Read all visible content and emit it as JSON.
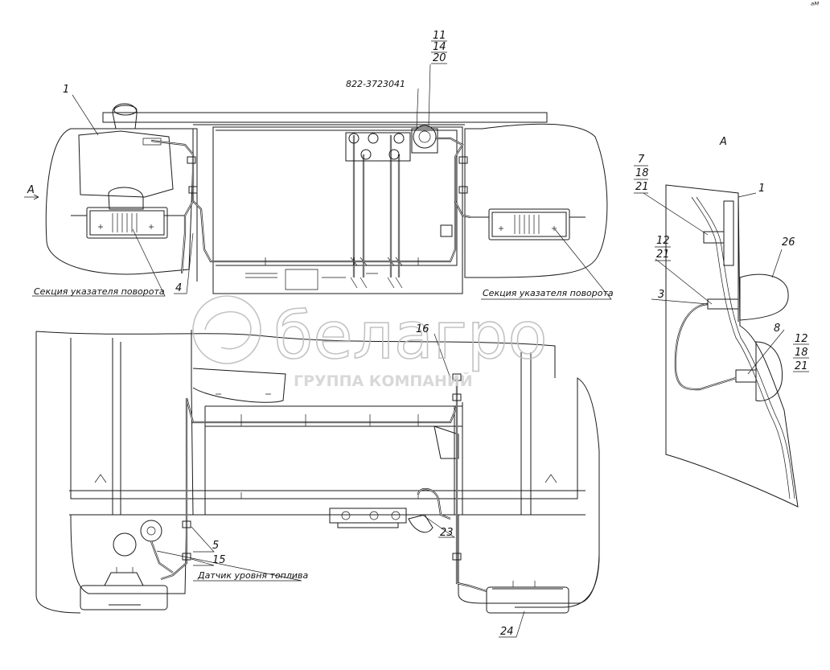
{
  "corner_mark": "ᵃᴹ",
  "view_label": "A",
  "arrow_label": "A",
  "part_code": "822-3723041",
  "labels": {
    "turn_left": "Секция указателя поворота",
    "turn_right": "Секция указателя поворота",
    "fuel_sensor": "Датчик уровня топлива"
  },
  "callouts": {
    "c1": "1",
    "c4": "4",
    "c11": "11",
    "c14": "14",
    "c20": "20",
    "c16": "16",
    "c5": "5",
    "c15": "15",
    "c23": "23",
    "c24": "24"
  },
  "detail_callouts": {
    "d1": "1",
    "d7": "7",
    "d18a": "18",
    "d21a": "21",
    "d12a": "12",
    "d21b": "21",
    "d26": "26",
    "d3": "3",
    "d8": "8",
    "d12b": "12",
    "d18b": "18",
    "d21c": "21"
  },
  "watermark": {
    "brand": "белагро",
    "subtitle": "ГРУППА КОМПАНИЙ"
  }
}
